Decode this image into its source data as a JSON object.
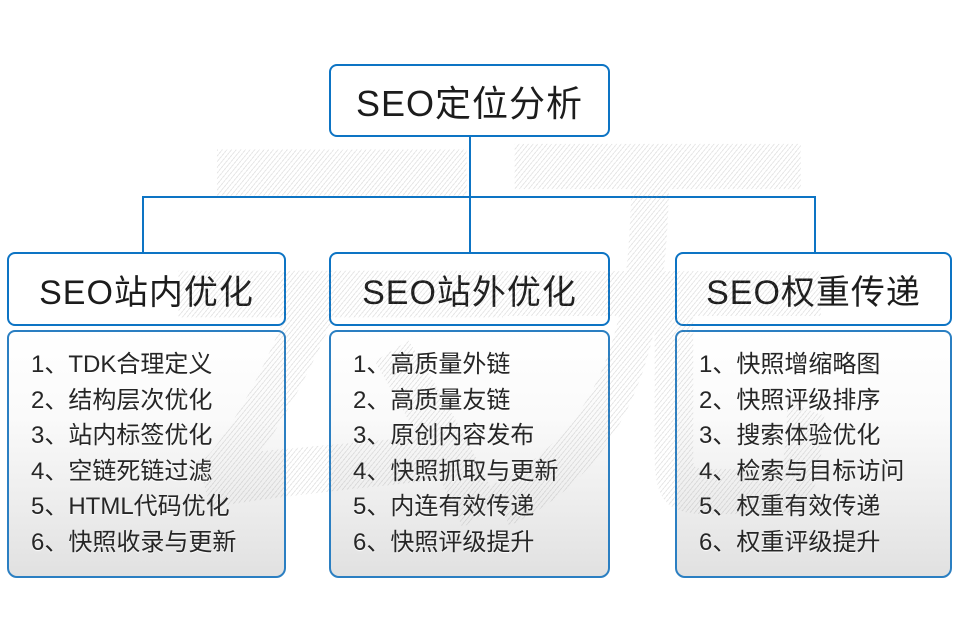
{
  "root": {
    "title": "SEO定位分析"
  },
  "columns": [
    {
      "title": "SEO站内优化",
      "items": [
        "1、TDK合理定义",
        "2、结构层次优化",
        "3、站内标签优化",
        "4、空链死链过滤",
        "5、HTML代码优化",
        "6、快照收录与更新"
      ]
    },
    {
      "title": "SEO站外优化",
      "items": [
        "1、高质量外链",
        "2、高质量友链",
        "3、原创内容发布",
        "4、快照抓取与更新",
        "5、内连有效传递",
        "6、快照评级提升"
      ]
    },
    {
      "title": "SEO权重传递",
      "items": [
        "1、快照增缩略图",
        "2、快照评级排序",
        "3、搜索体验优化",
        "4、检索与目标访问",
        "5、权重有效传递",
        "6、权重评级提升"
      ]
    }
  ],
  "watermark": {
    "text": "云无限"
  },
  "colors": {
    "accent_blue": "#0d74c4",
    "panel_border_blue": "#2b7fc2",
    "panel_gradient_bottom": "#e1e1e1",
    "text": "#1c1c1c"
  }
}
